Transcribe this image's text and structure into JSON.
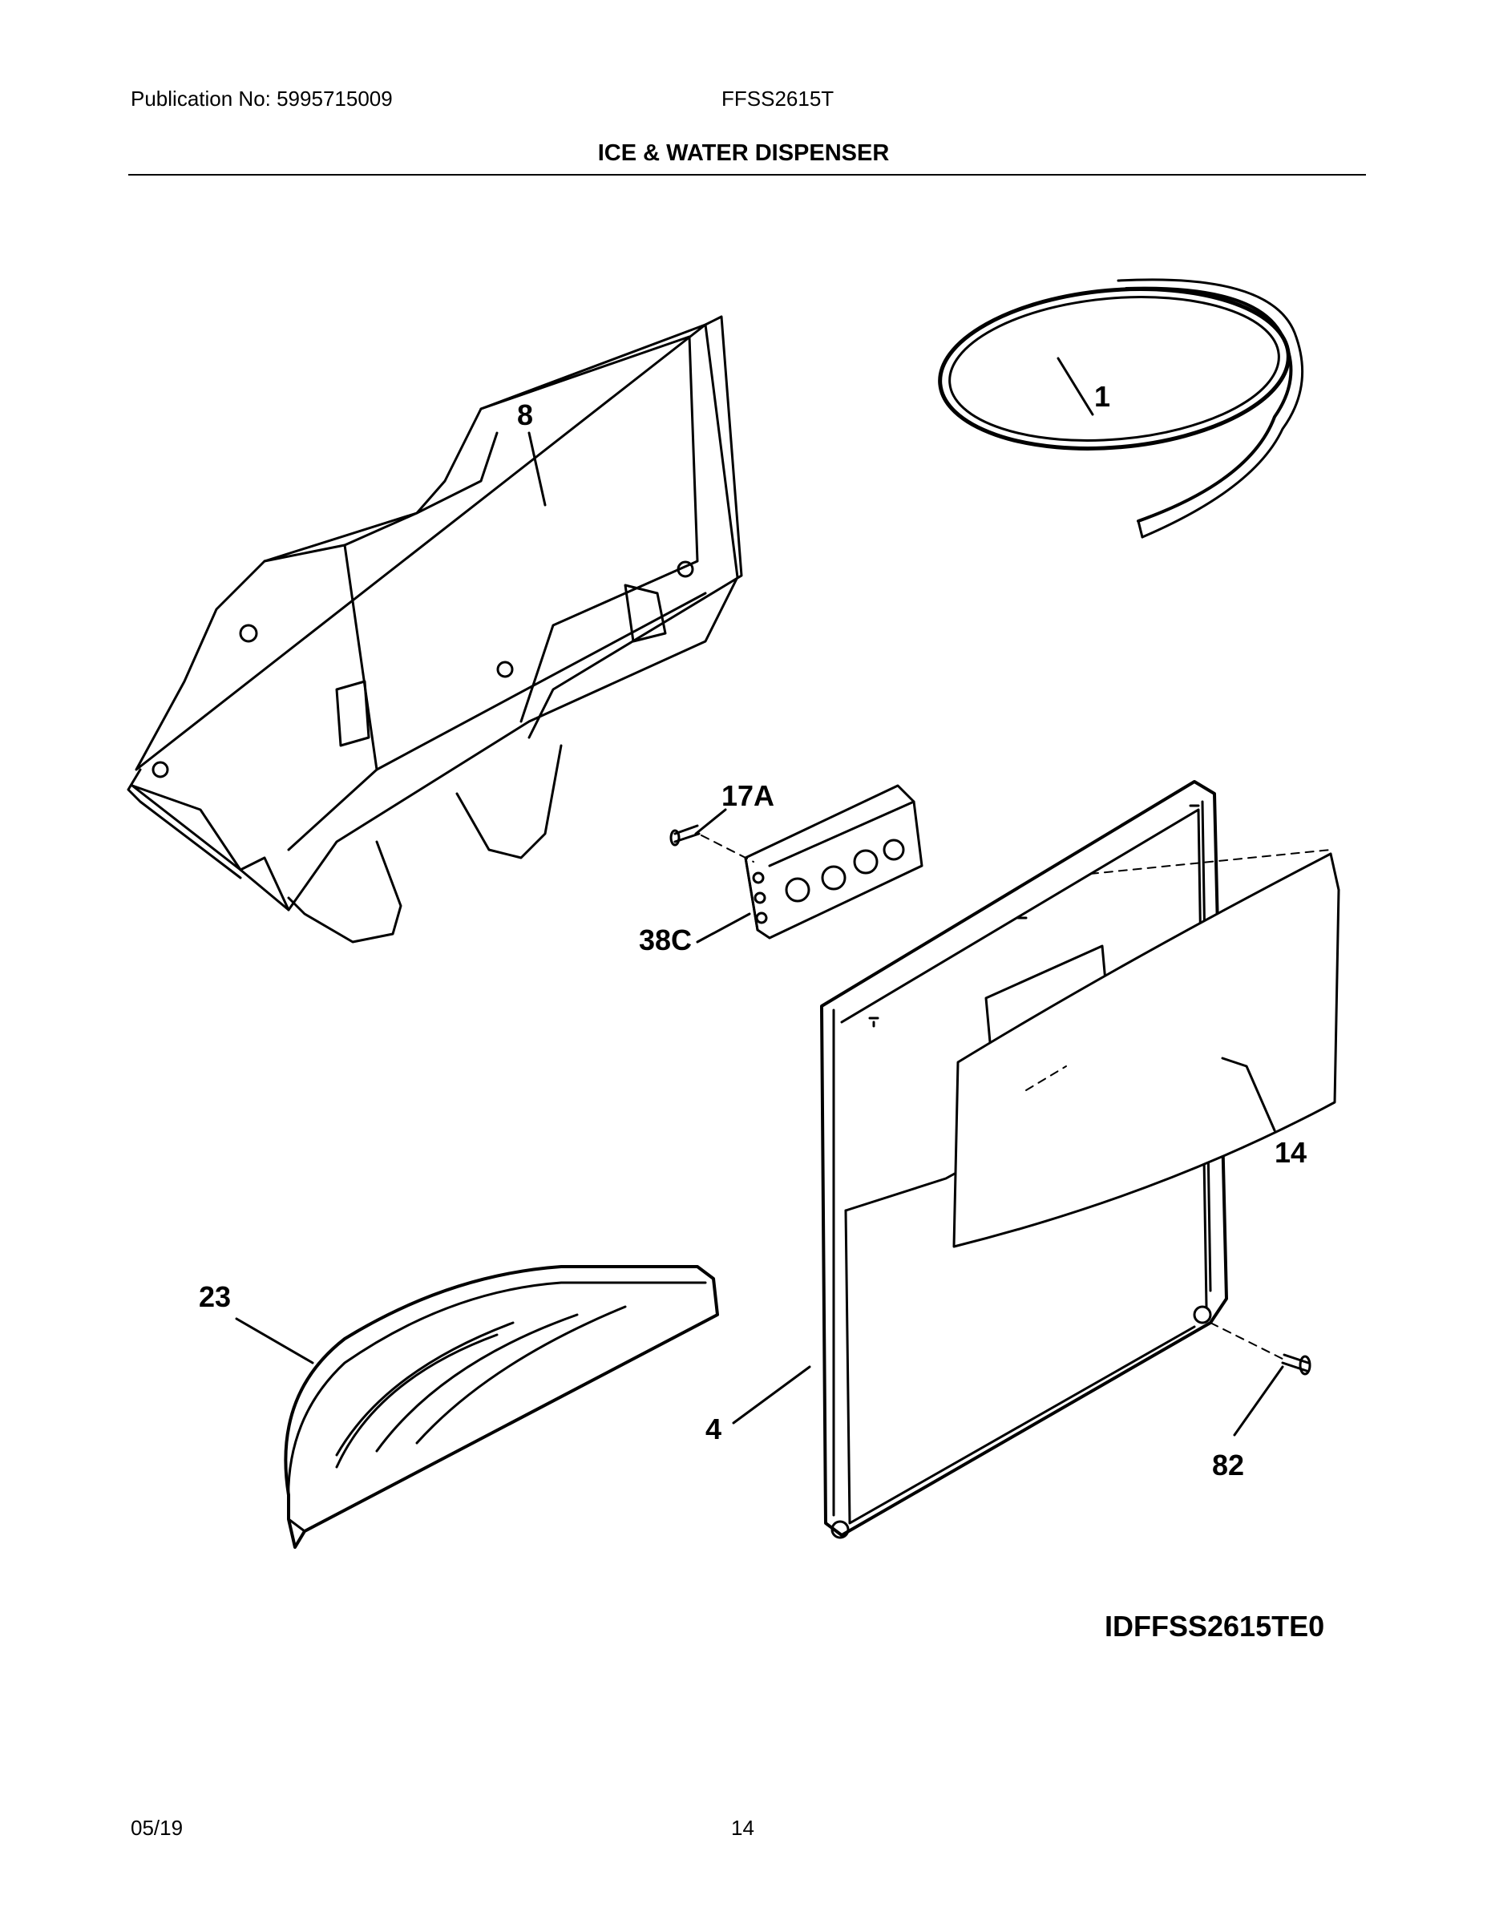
{
  "header": {
    "publication": "Publication No: 5995715009",
    "model": "FFSS2615T",
    "title": "ICE & WATER DISPENSER"
  },
  "callouts": {
    "p1": "1",
    "p8": "8",
    "p17a": "17A",
    "p38c": "38C",
    "p14": "14",
    "p23": "23",
    "p4": "4",
    "p82": "82"
  },
  "diagram_id": "IDFFSS2615TE0",
  "footer": {
    "date": "05/19",
    "page": "14"
  }
}
